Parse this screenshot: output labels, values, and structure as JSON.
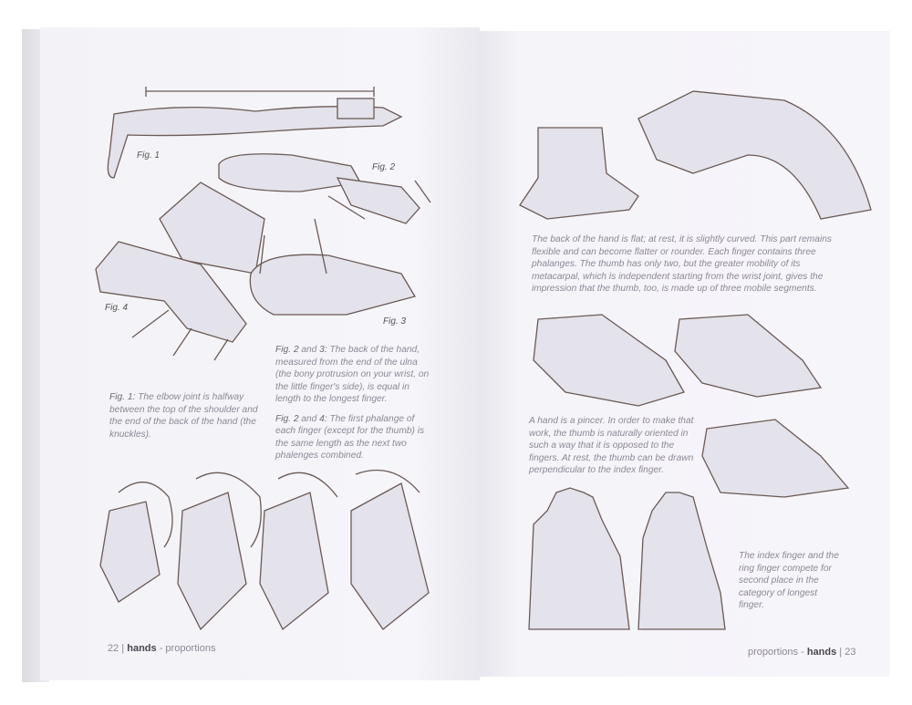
{
  "left_page": {
    "figures": [
      "Fig. 1",
      "Fig. 2",
      "Fig. 3",
      "Fig. 4"
    ],
    "caption_fig1": {
      "label": "Fig. 1:",
      "text": " The elbow joint is halfway between the top of the shoulder and the end of the back of the hand (the knuckles)."
    },
    "caption_fig23": {
      "label": "Fig. 2",
      "mid": " and ",
      "label2": "3:",
      "text": " The back of the hand, measured from the end of the ulna (the bony protrusion on your wrist, on the little finger's side), is equal in length to the longest finger."
    },
    "caption_fig24": {
      "label": "Fig. 2",
      "mid": " and ",
      "label2": "4:",
      "text": " The first phalange of each finger (except for the thumb) is the same length as the next two phalenges combined."
    },
    "footer": {
      "page_number": "22",
      "chapter": "hands",
      "section": "proportions"
    }
  },
  "right_page": {
    "paragraph_back": "The back of the hand is flat; at rest, it is slightly curved. This part remains flexible and can become flatter or rounder. Each finger contains three phalanges. The thumb has only two, but the greater mobility of its metacarpal, which is independent starting from the wrist joint, gives the impression that the thumb, too, is made up of three mobile segments.",
    "paragraph_pincer": "A hand is a pincer. In order to make that work, the thumb is naturally oriented in such a way that it is opposed to the fingers. At rest, the thumb can be drawn perpendicular to the index finger.",
    "paragraph_index": "The index finger and the ring finger compete for second place in the category of longest finger.",
    "footer": {
      "section": "proportions",
      "chapter": "hands",
      "page_number": "23"
    }
  }
}
